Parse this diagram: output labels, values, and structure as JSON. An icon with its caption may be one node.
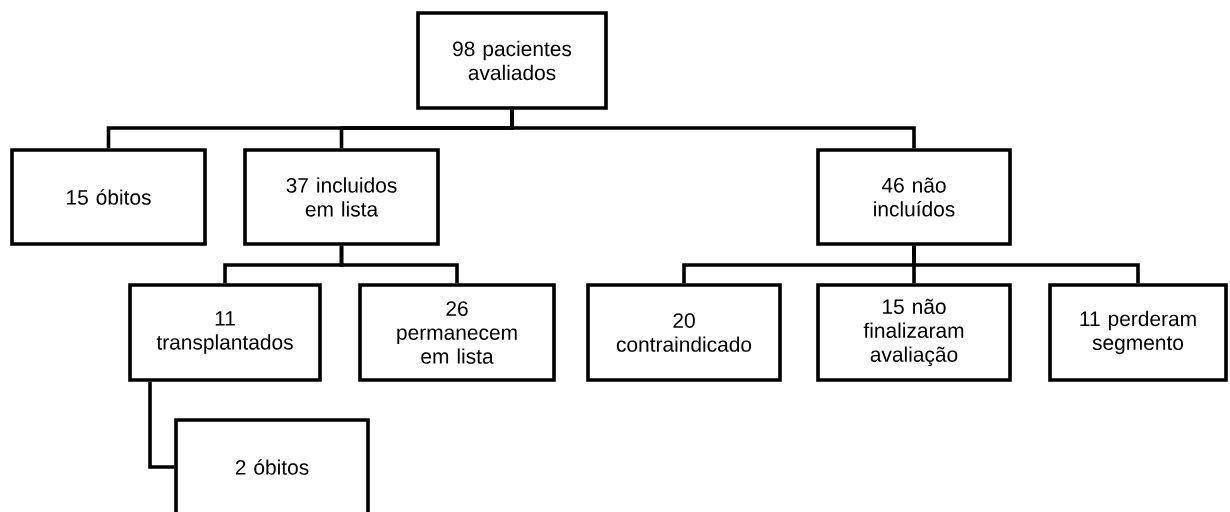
{
  "diagram": {
    "nodes": [
      {
        "text": [
          "98 pacientes avaliados"
        ]
      },
      {
        "text": [
          "15 óbitos"
        ]
      },
      {
        "text": [
          "37 incluidos em lista"
        ]
      },
      {
        "text": [
          "46 não incluídos"
        ]
      },
      {
        "text": [
          "11 transplantados"
        ]
      },
      {
        "text": [
          "26 permanecem em lista"
        ]
      },
      {
        "text": [
          "20 contraindicado"
        ]
      },
      {
        "text": [
          "15 não finalizaram avaliação"
        ]
      },
      {
        "text": [
          "11 perderam segmento"
        ]
      },
      {
        "text": [
          "2 óbitos"
        ]
      }
    ],
    "edges": [
      {
        "from": 0,
        "to": 1,
        "arrow": "none"
      },
      {
        "from": 0,
        "to": 2,
        "arrow": "none"
      },
      {
        "from": 0,
        "to": 3,
        "arrow": "none"
      },
      {
        "from": 2,
        "to": 4,
        "arrow": "none"
      },
      {
        "from": 2,
        "to": 5,
        "arrow": "none"
      },
      {
        "from": 3,
        "to": 6,
        "arrow": "none"
      },
      {
        "from": 3,
        "to": 7,
        "arrow": "none"
      },
      {
        "from": 3,
        "to": 8,
        "arrow": "none"
      },
      {
        "from": 4,
        "to": 9,
        "arrow": "none"
      }
    ]
  }
}
